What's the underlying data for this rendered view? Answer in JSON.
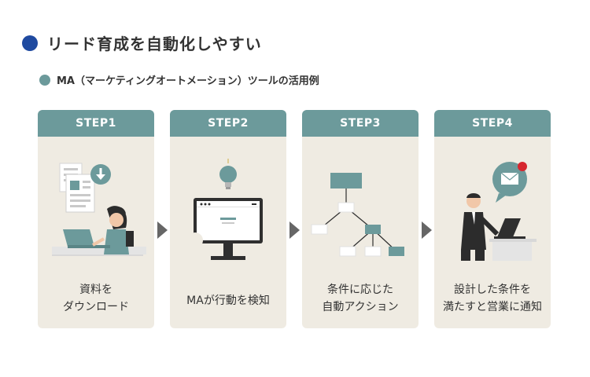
{
  "heading": {
    "title": "リード育成を自動化しやすい",
    "dot_color": "#1f4aa0"
  },
  "subheading": {
    "title": "MA（マーケティングオートメーション）ツールの活用例",
    "dot_color": "#6c9a9b"
  },
  "steps": [
    {
      "label": "STEP1",
      "caption": [
        "資料を",
        "ダウンロード"
      ],
      "illustration": "woman-laptop-download-icon"
    },
    {
      "label": "STEP2",
      "caption": [
        "MAが行動を検知"
      ],
      "illustration": "monitor-lightbulb-icon"
    },
    {
      "label": "STEP3",
      "caption": [
        "条件に応じた",
        "自動アクション"
      ],
      "illustration": "flow-tree-icon"
    },
    {
      "label": "STEP4",
      "caption": [
        "設計した条件を",
        "満たすと営業に通知"
      ],
      "illustration": "businessman-mail-notification-icon"
    }
  ],
  "colors": {
    "card_header": "#6c9a9b",
    "card_bg": "#efebe2",
    "arrow": "#666666",
    "notification": "#d6262e"
  }
}
